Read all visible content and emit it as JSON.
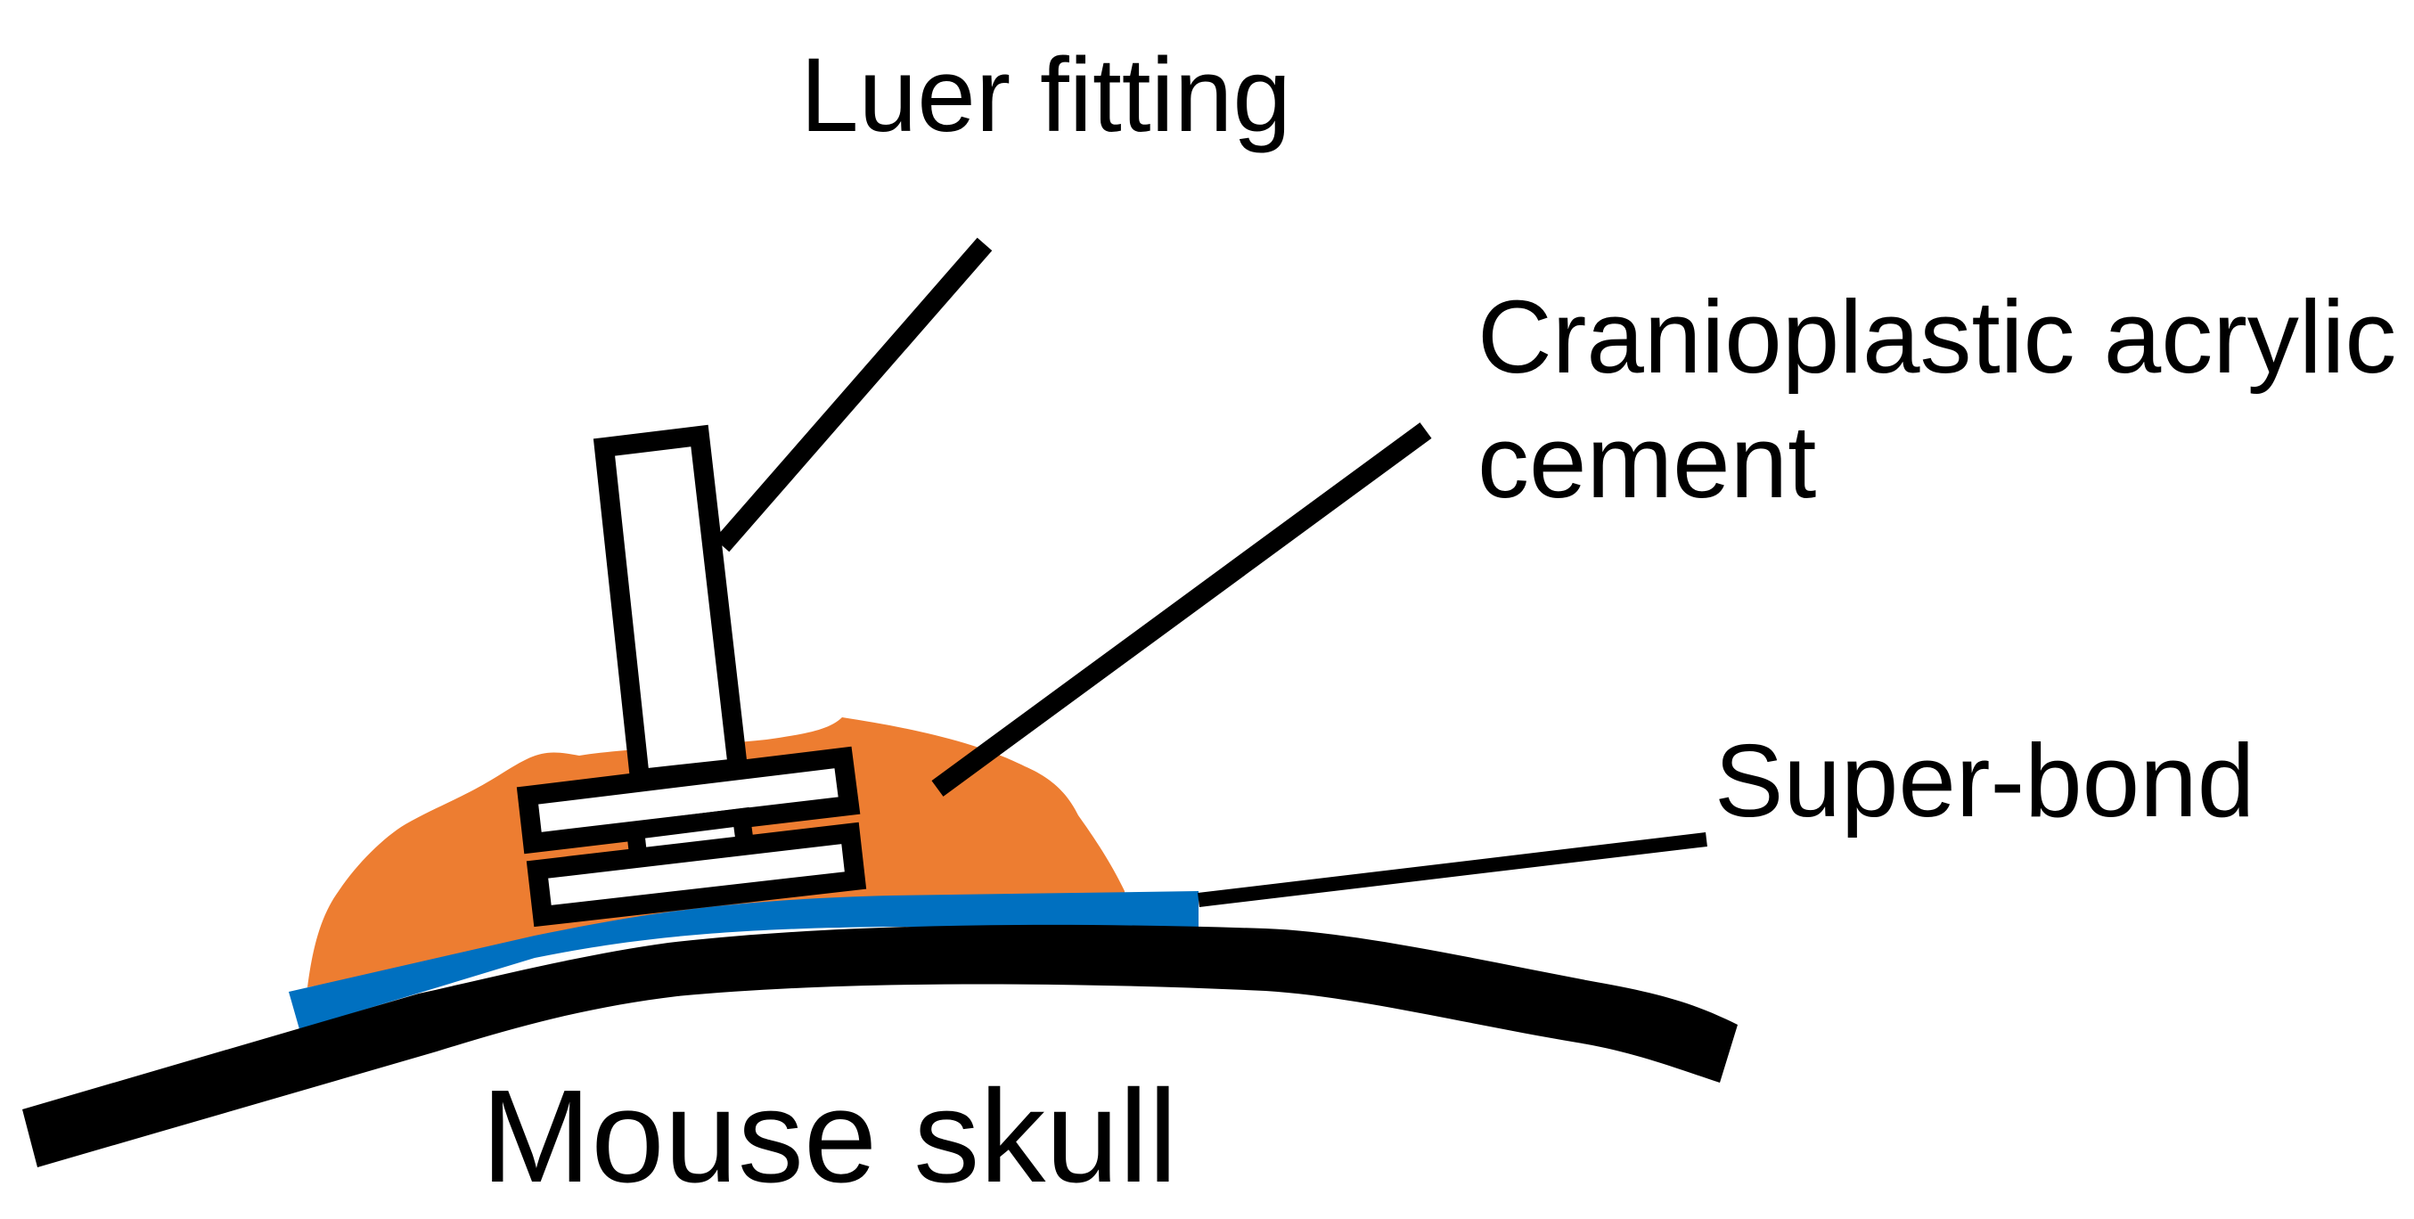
{
  "labels": {
    "luer_fitting": "Luer fitting",
    "cement_line1": "Cranioplastic acrylic",
    "cement_line2": "cement",
    "super_bond": "Super-bond",
    "mouse_skull": "Mouse skull"
  },
  "colors": {
    "cement": "#ED7D31",
    "super_bond": "#0070C0",
    "skull": "#000000",
    "outline": "#000000",
    "background": "#FFFFFF"
  }
}
